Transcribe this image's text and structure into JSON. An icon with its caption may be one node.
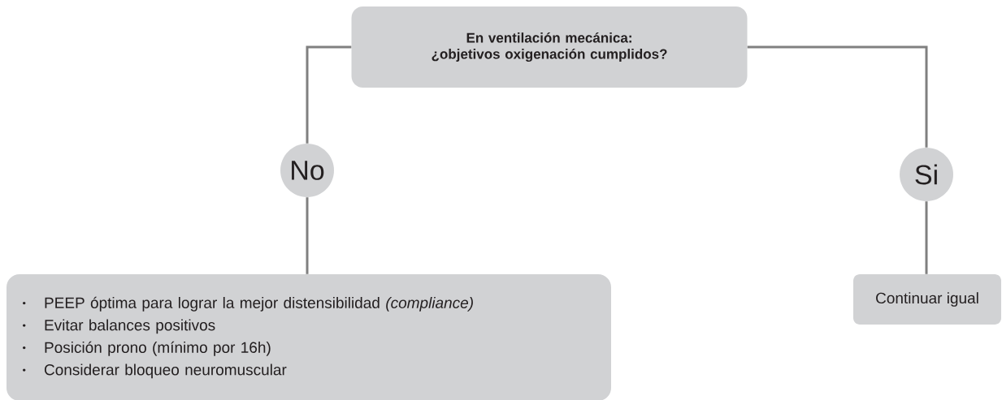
{
  "diagram": {
    "nodes": [
      {
        "text": [
          "En ventilación mecánica: ¿objetivos oxigenación cumplidos?"
        ]
      },
      {
        "text": [
          "No"
        ]
      },
      {
        "text": [
          "Si"
        ]
      },
      {
        "text": [
          "PEEP óptima para lograr la mejor distensibilidad *(compliance)*",
          "Evitar balances positivos",
          "Posición prono (mínimo por 16h)",
          "Considerar bloqueo neuromuscular"
        ]
      },
      {
        "text": [
          "Continuar igual"
        ]
      }
    ],
    "edges": [
      {
        "from": 0,
        "to": 1,
        "arrow": "none"
      },
      {
        "from": 0,
        "to": 2,
        "arrow": "none"
      },
      {
        "from": 1,
        "to": 3,
        "arrow": "none"
      },
      {
        "from": 2,
        "to": 4,
        "arrow": "none"
      }
    ]
  }
}
